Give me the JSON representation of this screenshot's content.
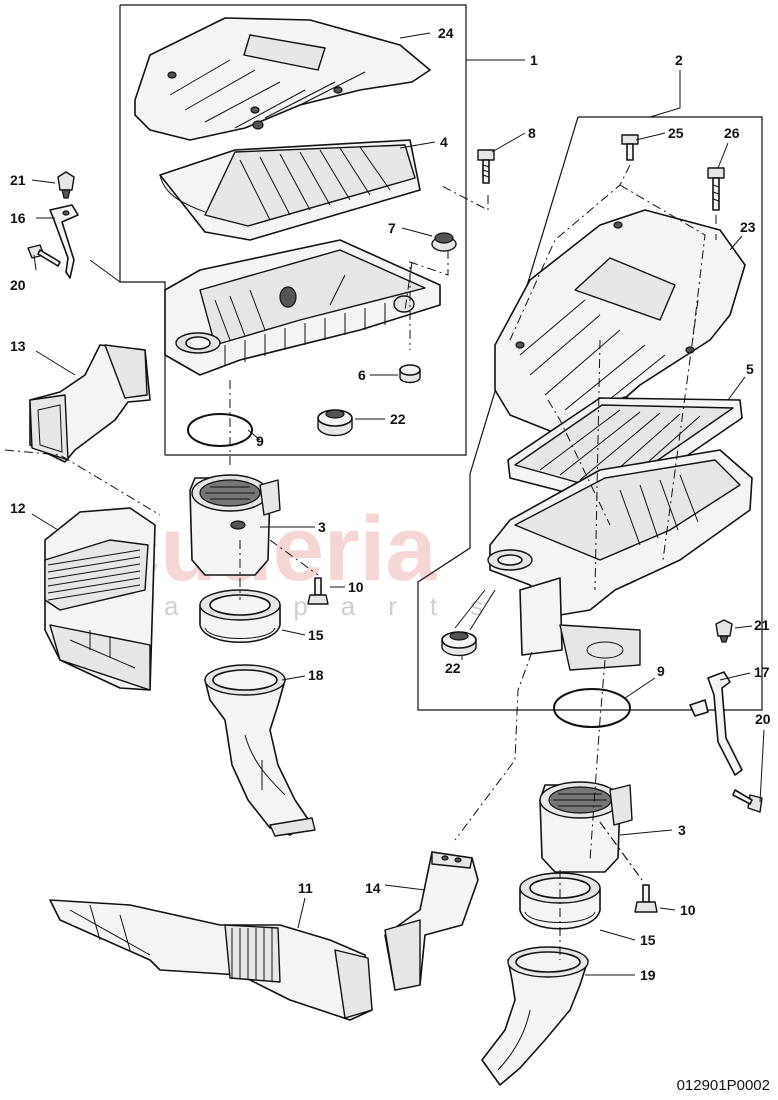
{
  "diagram_code": "012901P0002",
  "watermark": {
    "brand": "scuderia",
    "sub": "car parts"
  },
  "callouts": [
    {
      "id": "c-1",
      "text": "1"
    },
    {
      "id": "c-2",
      "text": "2"
    },
    {
      "id": "c-24",
      "text": "24"
    },
    {
      "id": "c-4",
      "text": "4"
    },
    {
      "id": "c-8",
      "text": "8"
    },
    {
      "id": "c-25",
      "text": "25"
    },
    {
      "id": "c-26",
      "text": "26"
    },
    {
      "id": "c-21a",
      "text": "21"
    },
    {
      "id": "c-16",
      "text": "16"
    },
    {
      "id": "c-20a",
      "text": "20"
    },
    {
      "id": "c-7",
      "text": "7"
    },
    {
      "id": "c-23",
      "text": "23"
    },
    {
      "id": "c-13",
      "text": "13"
    },
    {
      "id": "c-6",
      "text": "6"
    },
    {
      "id": "c-5",
      "text": "5"
    },
    {
      "id": "c-22a",
      "text": "22"
    },
    {
      "id": "c-9a",
      "text": "9"
    },
    {
      "id": "c-12",
      "text": "12"
    },
    {
      "id": "c-3a",
      "text": "3"
    },
    {
      "id": "c-10a",
      "text": "10"
    },
    {
      "id": "c-15a",
      "text": "15"
    },
    {
      "id": "c-21b",
      "text": "21"
    },
    {
      "id": "c-18",
      "text": "18"
    },
    {
      "id": "c-17",
      "text": "17"
    },
    {
      "id": "c-22b",
      "text": "22"
    },
    {
      "id": "c-9b",
      "text": "9"
    },
    {
      "id": "c-20b",
      "text": "20"
    },
    {
      "id": "c-3b",
      "text": "3"
    },
    {
      "id": "c-11",
      "text": "11"
    },
    {
      "id": "c-14",
      "text": "14"
    },
    {
      "id": "c-10b",
      "text": "10"
    },
    {
      "id": "c-15b",
      "text": "15"
    },
    {
      "id": "c-19",
      "text": "19"
    }
  ]
}
